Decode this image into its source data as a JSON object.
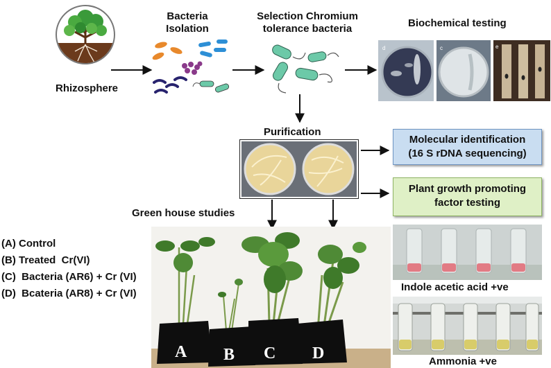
{
  "labels": {
    "rhizosphere": "Rhizosphere",
    "bacteria_isolation_line1": "Bacteria",
    "bacteria_isolation_line2": "Isolation",
    "selection_line1": "Selection Chromium",
    "selection_line2": "tolerance bacteria",
    "biochemical": "Biochemical testing",
    "purification": "Purification",
    "greenhouse": "Green house studies",
    "molecular_line1": "Molecular identification",
    "molecular_line2": "(16 S rDNA sequencing)",
    "pgp_line1": "Plant growth promoting",
    "pgp_line2": "factor testing",
    "iaa": "Indole acetic acid +ve",
    "ammonia": "Ammonia +ve"
  },
  "photo_tags": {
    "d": "d",
    "c": "c",
    "e": "e"
  },
  "legend": [
    "(A) Control",
    "(B) Treated  Cr(VI)",
    "(C)  Bacteria (AR6) + Cr (VI)",
    "(D)  Bcateria (AR8) + Cr (VI)"
  ],
  "pot_letters": [
    "A",
    "B",
    "C",
    "D"
  ],
  "colors": {
    "box_blue": "#c9ddf1",
    "box_green": "#dff0c6",
    "arrow": "#111111",
    "tree_foliage": "#3a9a3a",
    "soil": "#6b3a1c",
    "bacteria_orange": "#e8892c",
    "bacteria_blue": "#2d8fd6",
    "bacteria_purple": "#8a3a8a",
    "bacteria_navy": "#28236e",
    "bacteria_green": "#6cc9a8"
  }
}
